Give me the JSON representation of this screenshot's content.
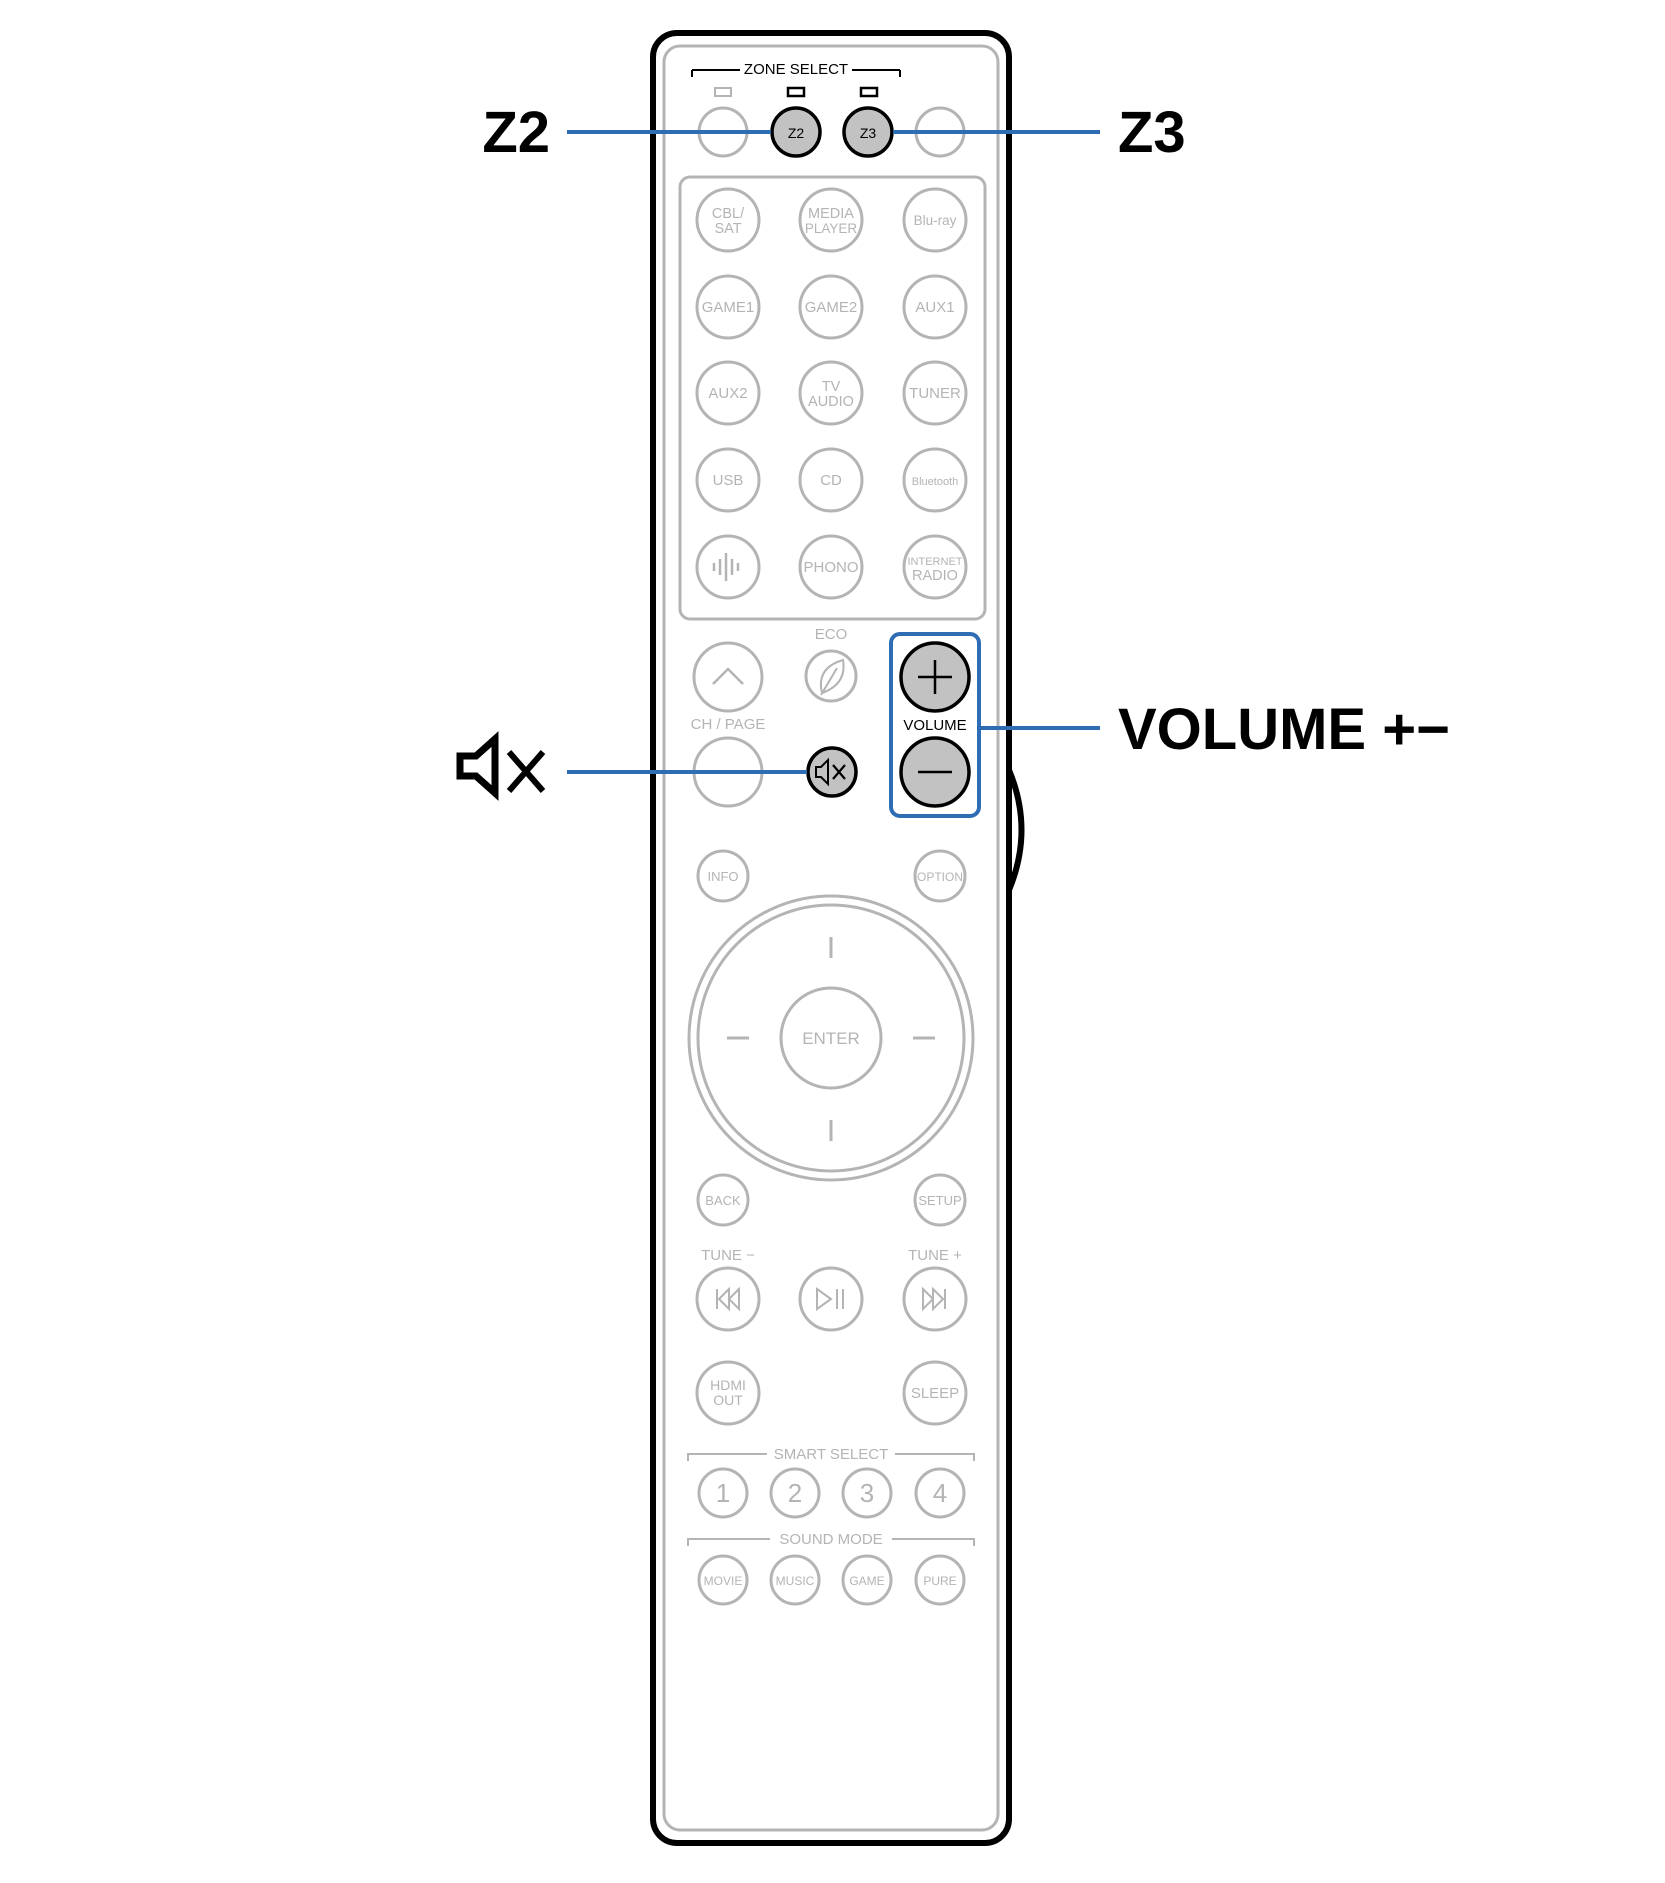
{
  "remote": {
    "zone_select_label": "ZONE SELECT",
    "z2_label": "Z2",
    "z3_label": "Z3",
    "sources": [
      {
        "id": "cbl-sat",
        "lines": [
          "CBL/",
          "SAT"
        ]
      },
      {
        "id": "media-player",
        "lines": [
          "MEDIA",
          "PLAYER"
        ]
      },
      {
        "id": "blu-ray",
        "lines": [
          "Blu-ray"
        ]
      },
      {
        "id": "game1",
        "lines": [
          "GAME1"
        ]
      },
      {
        "id": "game2",
        "lines": [
          "GAME2"
        ]
      },
      {
        "id": "aux1",
        "lines": [
          "AUX1"
        ]
      },
      {
        "id": "aux2",
        "lines": [
          "AUX2"
        ]
      },
      {
        "id": "tv-audio",
        "lines": [
          "TV",
          "AUDIO"
        ]
      },
      {
        "id": "tuner",
        "lines": [
          "TUNER"
        ]
      },
      {
        "id": "usb",
        "lines": [
          "USB"
        ]
      },
      {
        "id": "cd",
        "lines": [
          "CD"
        ]
      },
      {
        "id": "bluetooth",
        "lines": [
          "Bluetooth"
        ]
      },
      {
        "id": "heos",
        "lines": [],
        "icon": "heos-icon"
      },
      {
        "id": "phono",
        "lines": [
          "PHONO"
        ]
      },
      {
        "id": "internet-radio",
        "lines": [
          "INTERNET",
          "RADIO"
        ]
      }
    ],
    "eco_label": "ECO",
    "ch_page_label": "CH / PAGE",
    "volume_label": "VOLUME",
    "info_label": "INFO",
    "option_label": "OPTION",
    "enter_label": "ENTER",
    "back_label": "BACK",
    "setup_label": "SETUP",
    "tune_minus_label": "TUNE −",
    "tune_plus_label": "TUNE +",
    "hdmi_out_lines": [
      "HDMI",
      "OUT"
    ],
    "sleep_label": "SLEEP",
    "smart_select_label": "SMART SELECT",
    "smart_select_buttons": [
      "1",
      "2",
      "3",
      "4"
    ],
    "sound_mode_label": "SOUND MODE",
    "sound_mode_buttons": [
      "MOVIE",
      "MUSIC",
      "GAME",
      "PURE"
    ]
  },
  "callouts": {
    "z2": "Z2",
    "z3": "Z3",
    "volume": "VOLUME +−",
    "mute_icon": "mute-icon"
  },
  "colors": {
    "callout_line": "#2e6db4",
    "highlight_fill": "#c2c2c2",
    "inactive_grey": "#b4b4b4"
  }
}
